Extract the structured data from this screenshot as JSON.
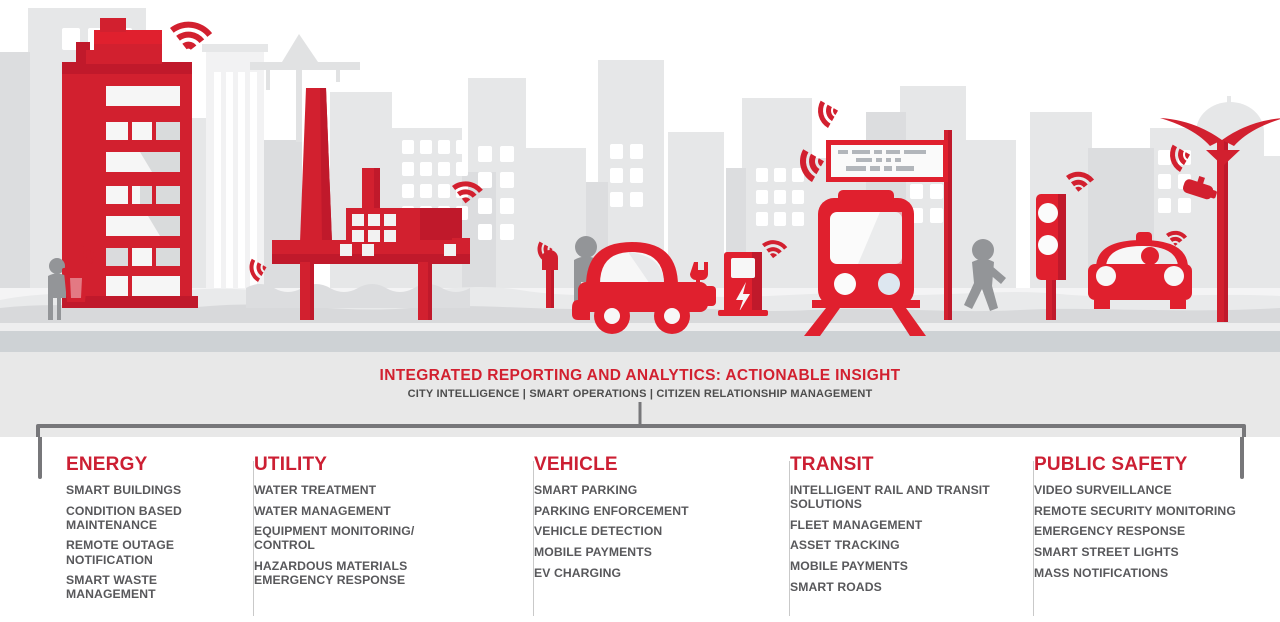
{
  "banner": {
    "headline": "INTEGRATED REPORTING AND ANALYTICS: ACTIONABLE INSIGHT",
    "subline": "CITY INTELLIGENCE  |  SMART OPERATIONS  |  CITIZEN RELATIONSHIP MANAGEMENT"
  },
  "colors": {
    "red": "#cc1f33",
    "red_bright": "#e0202e",
    "text_gray": "#58585b",
    "band_gray": "#e8e8e8",
    "road_gray": "#cdd1d4",
    "bracket_gray": "#77777a",
    "divider_gray": "#c9c9c9"
  },
  "columns": [
    {
      "title": "ENERGY",
      "items": [
        "SMART BUILDINGS",
        "CONDITION BASED MAINTENANCE",
        "REMOTE OUTAGE NOTIFICATION",
        "SMART WASTE MANAGEMENT"
      ]
    },
    {
      "title": "UTILITY",
      "items": [
        "WATER TREATMENT",
        "WATER MANAGEMENT",
        "EQUIPMENT MONITORING/ CONTROL",
        "HAZARDOUS MATERIALS EMERGENCY RESPONSE"
      ]
    },
    {
      "title": "VEHICLE",
      "items": [
        "SMART PARKING",
        "PARKING ENFORCEMENT",
        "VEHICLE DETECTION",
        "MOBILE PAYMENTS",
        "EV CHARGING"
      ]
    },
    {
      "title": "TRANSIT",
      "items": [
        "INTELLIGENT RAIL AND TRANSIT SOLUTIONS",
        "FLEET MANAGEMENT",
        "ASSET TRACKING",
        "MOBILE PAYMENTS",
        "SMART ROADS"
      ]
    },
    {
      "title": "PUBLIC SAFETY",
      "items": [
        "VIDEO SURVEILLANCE",
        "REMOTE SECURITY MONITORING",
        "EMERGENCY RESPONSE",
        "SMART STREET LIGHTS",
        "MASS NOTIFICATIONS"
      ]
    }
  ],
  "scene": {
    "description": "Smart city skyline illustration in red and gray",
    "elements": [
      "smart-building",
      "waste-collector-person",
      "smart-trash-bin",
      "factory-water-treatment-plant",
      "construction-crane",
      "parking-meter",
      "pedestrian-person",
      "electric-car",
      "ev-charging-station",
      "tram-train",
      "transit-info-sign",
      "crossing-pedestrian",
      "traffic-light",
      "police-car",
      "smart-street-light-camera"
    ]
  }
}
